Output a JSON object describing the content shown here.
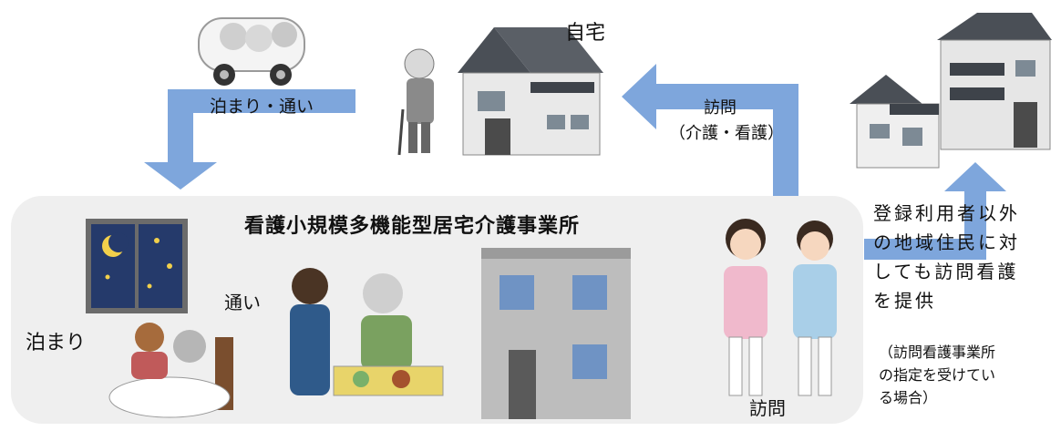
{
  "facility_title": "看護小規模多機能型居宅介護事業所",
  "labels": {
    "home": "自宅",
    "stay_commute": "泊まり・通い",
    "visit_top": "訪問",
    "visit_top_sub": "（介護・看護）",
    "commute": "通い",
    "stay": "泊まり",
    "visit_bottom": "訪問"
  },
  "community_note": {
    "lines": [
      "登録利用者以外",
      "の地域住民に対",
      "しても訪問看護",
      "を提供"
    ],
    "sub_lines": [
      "（訪問看護事業所",
      "の指定を受けてい",
      "る場合）"
    ]
  },
  "colors": {
    "arrow": "#7ea6dc",
    "panel": "#efefef",
    "roof": "#4a4f56",
    "wall": "#e9e9e9"
  }
}
